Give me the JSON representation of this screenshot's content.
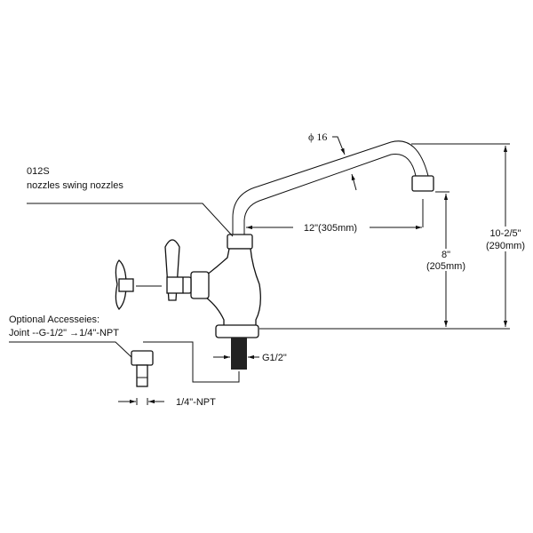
{
  "labels": {
    "model": "012S",
    "model_desc": "nozzles swing nozzles",
    "accessory_title": "Optional Accesseies:",
    "accessory_desc": "Joint --G-1/2\"  →1/4\"-NPT",
    "diameter": "ϕ 16",
    "reach": "12\"(305mm)",
    "spout_height_in": "8\"",
    "spout_height_mm": "(205mm)",
    "total_height_in": "10-2/5\"",
    "total_height_mm": "(290mm)",
    "inlet_thread": "G1/2\"",
    "joint_thread": "1/4\"-NPT"
  }
}
